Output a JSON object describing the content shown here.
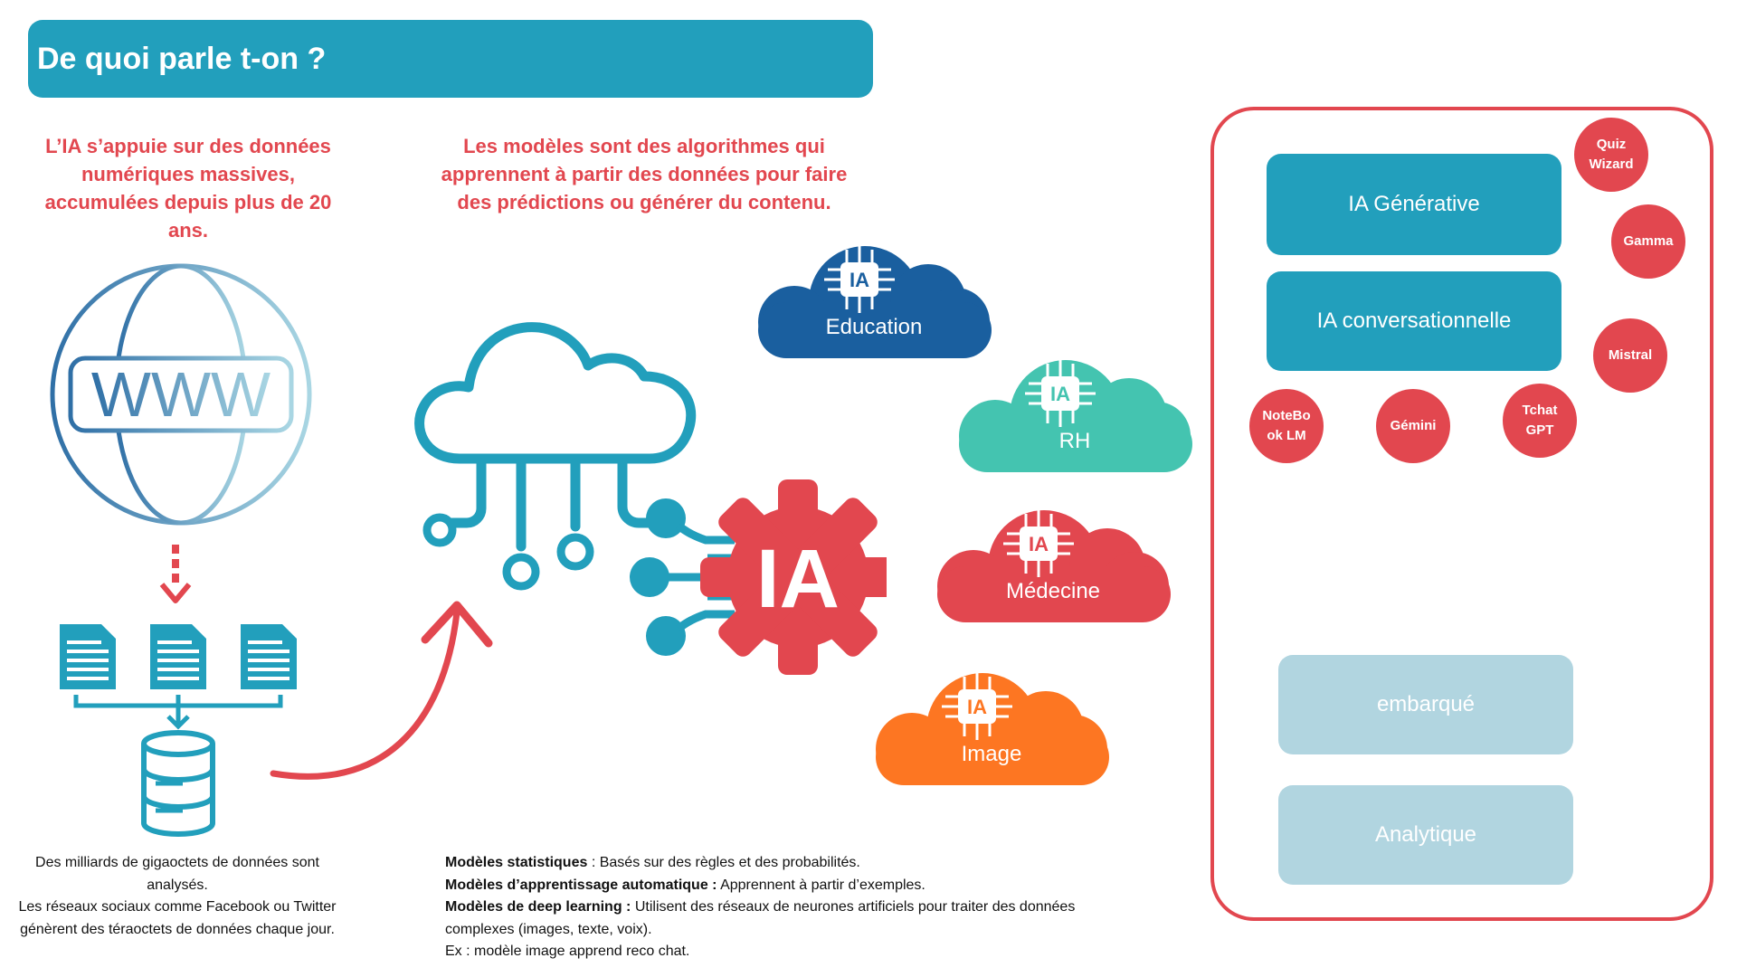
{
  "header": {
    "title": "De quoi parle t-on ?"
  },
  "intro": {
    "data_text": "L’IA s’appuie sur des données numériques massives, accumulées depuis plus de 20 ans.",
    "models_text": "Les modèles sont des algorithmes qui apprennent à partir des données pour faire des prédictions ou générer du contenu."
  },
  "globe": {
    "www": "WWW"
  },
  "gear": {
    "label": "IA"
  },
  "clouds": [
    {
      "label": "Education",
      "badge": "IA",
      "color": "#1a5f9f"
    },
    {
      "label": "RH",
      "badge": "IA",
      "color": "#44c4b0"
    },
    {
      "label": "Médecine",
      "badge": "IA",
      "color": "#e2474f"
    },
    {
      "label": "Image",
      "badge": "IA",
      "color": "#fd7622"
    }
  ],
  "panel": {
    "categories": [
      "IA Générative",
      "IA conversationnelle",
      "embarqué",
      "Analytique"
    ],
    "tools": [
      "Quiz Wizard",
      "Gamma",
      "Mistral",
      "NoteBo ok LM",
      "Gémini",
      "Tchat GPT"
    ]
  },
  "captions": {
    "data_lines": [
      "Des milliards de gigaoctets de données sont analysés.",
      "Les réseaux sociaux comme Facebook ou Twitter génèrent des téraoctets de données chaque jour."
    ],
    "models": [
      {
        "term": "Modèles statistiques",
        "sep": " : ",
        "desc": "Basés sur des règles et des probabilités."
      },
      {
        "term": "Modèles d’apprentissage automatique :",
        "sep": " ",
        "desc": "Apprennent à partir d’exemples."
      },
      {
        "term": "Modèles de deep learning :",
        "sep": " ",
        "desc": "Utilisent des réseaux de neurones artificiels pour traiter des données complexes (images, texte, voix)."
      }
    ],
    "example": "Ex : modèle image apprend reco chat."
  },
  "colors": {
    "teal": "#229fbc",
    "red": "#e2474f",
    "pale": "#b1d5e0",
    "navy": "#1a5f9f",
    "mint": "#44c4b0",
    "orange": "#fd7622"
  }
}
